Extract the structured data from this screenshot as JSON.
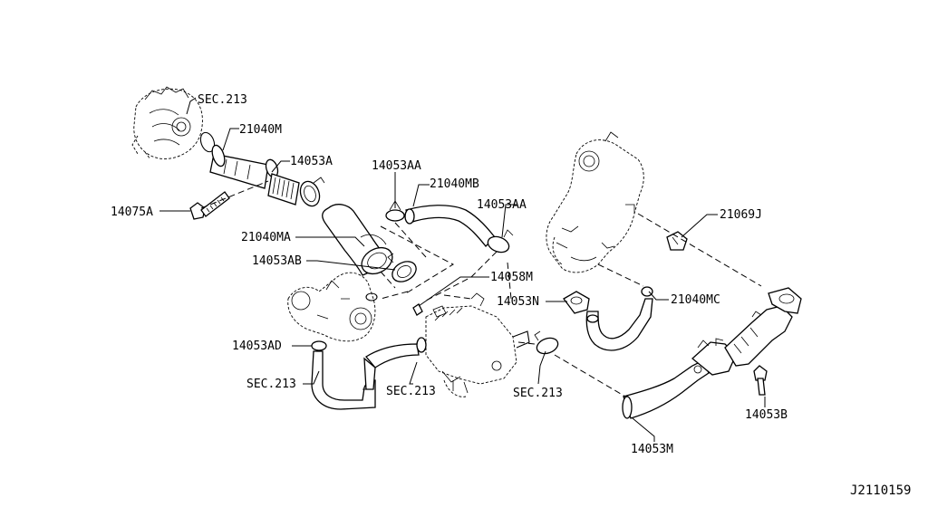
{
  "labels": {
    "sec213_a": "SEC.213",
    "p21040M": "21040M",
    "p14053A": "14053A",
    "p14053AA_a": "14053AA",
    "p21040MB": "21040MB",
    "p14053AA_b": "14053AA",
    "p21069J": "21069J",
    "p14075A": "14075A",
    "p21040MA": "21040MA",
    "p14053AB": "14053AB",
    "p14058M": "14058M",
    "p14053N": "14053N",
    "p21040MC": "21040MC",
    "p14053AD": "14053AD",
    "sec213_b": "SEC.213",
    "sec213_c": "SEC.213",
    "sec213_d": "SEC.213",
    "p14053B": "14053B",
    "p14053M": "14053M"
  },
  "diagram_id": "J2110159"
}
